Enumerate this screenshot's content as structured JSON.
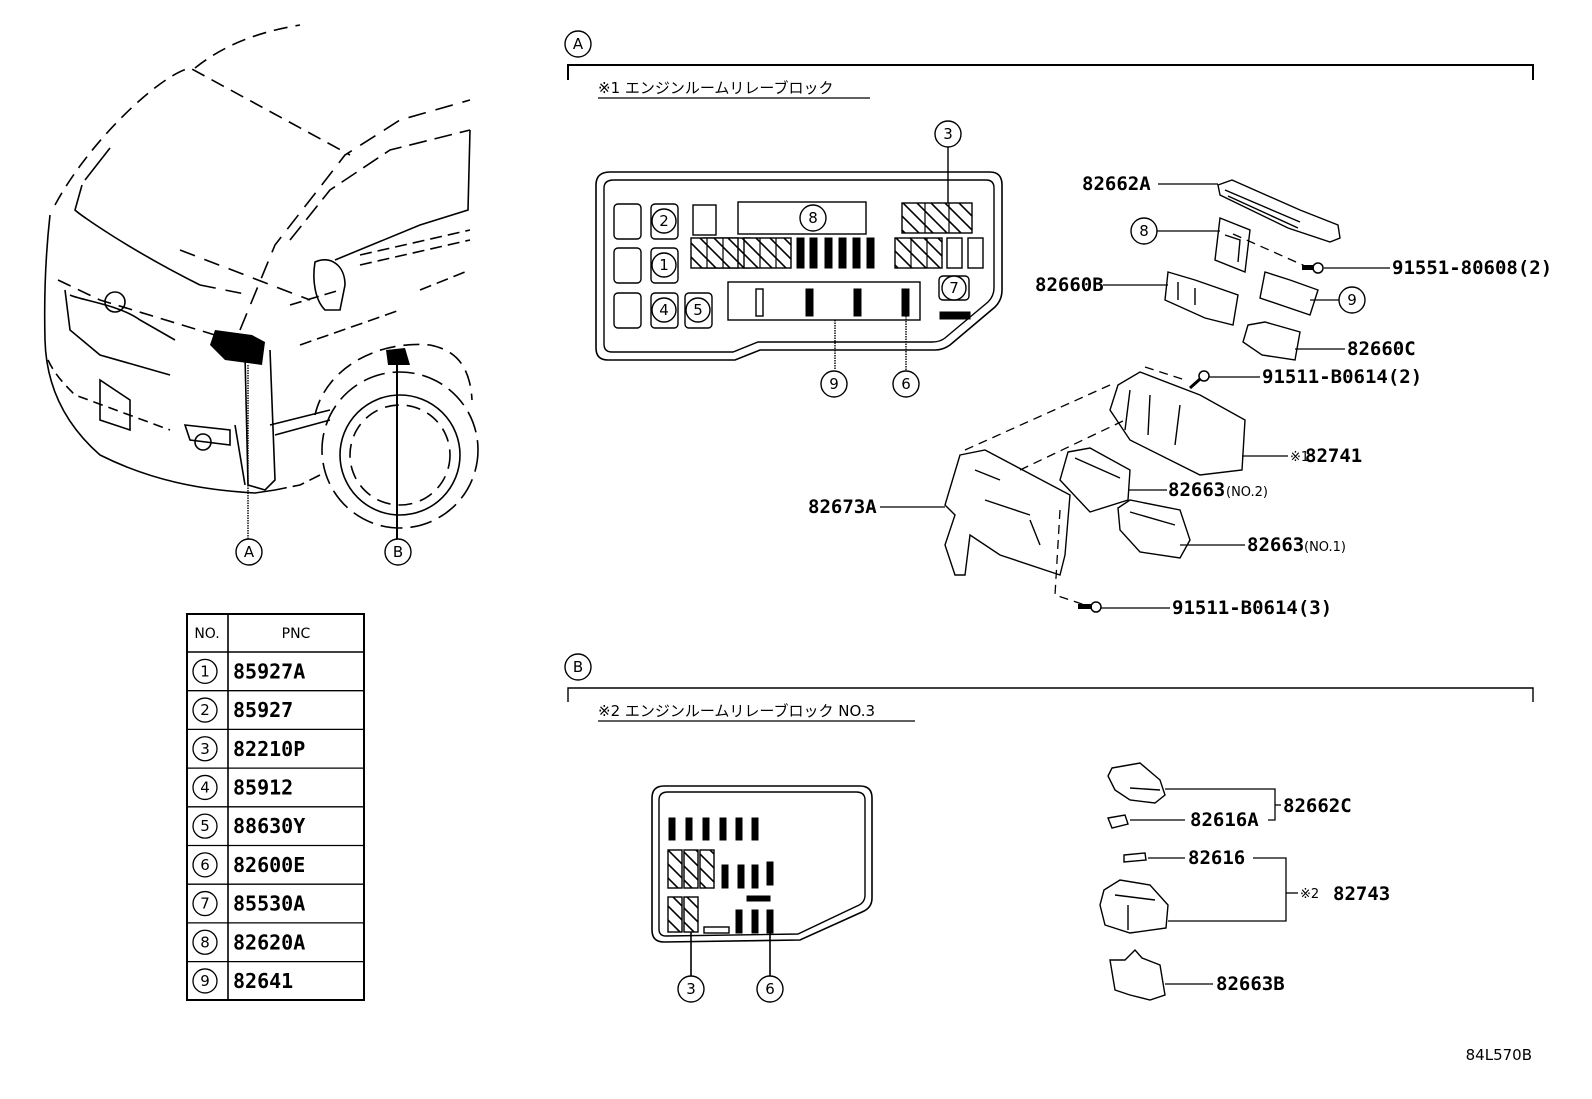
{
  "diagram": {
    "id": "84L570B",
    "vehicle_view": {
      "locators": [
        {
          "id": "A",
          "label": "A"
        },
        {
          "id": "B",
          "label": "B"
        }
      ]
    },
    "section_a": {
      "marker": "A",
      "title": "※1 エンジンルームリレーブロック",
      "block_callouts": [
        "3",
        "8",
        "2",
        "1",
        "4",
        "5",
        "7",
        "9",
        "6"
      ],
      "parts": [
        {
          "pnc": "82662A"
        },
        {
          "pnc": "8",
          "circled": true
        },
        {
          "pnc": "91551-80608(2)"
        },
        {
          "pnc": "82660B"
        },
        {
          "pnc": "9",
          "circled": true
        },
        {
          "pnc": "82660C"
        },
        {
          "pnc": "91511-B0614(2)"
        },
        {
          "pnc": "82741",
          "prefix": "※1"
        },
        {
          "pnc": "82663",
          "suffix": "(NO.2)"
        },
        {
          "pnc": "82673A"
        },
        {
          "pnc": "82663",
          "suffix": "(NO.1)"
        },
        {
          "pnc": "91511-B0614(3)"
        }
      ]
    },
    "section_b": {
      "marker": "B",
      "title": "※2 エンジンルームリレーブロック NO.3",
      "block_callouts": [
        "3",
        "6"
      ],
      "parts": [
        {
          "pnc": "82662C"
        },
        {
          "pnc": "82616A"
        },
        {
          "pnc": "82616"
        },
        {
          "pnc": "82743",
          "prefix": "※2"
        },
        {
          "pnc": "82663B"
        }
      ]
    },
    "legend_table": {
      "headers": [
        "NO.",
        "PNC"
      ],
      "rows": [
        {
          "no": "1",
          "pnc": "85927A"
        },
        {
          "no": "2",
          "pnc": "85927"
        },
        {
          "no": "3",
          "pnc": "82210P"
        },
        {
          "no": "4",
          "pnc": "85912"
        },
        {
          "no": "5",
          "pnc": "88630Y"
        },
        {
          "no": "6",
          "pnc": "82600E"
        },
        {
          "no": "7",
          "pnc": "85530A"
        },
        {
          "no": "8",
          "pnc": "82620A"
        },
        {
          "no": "9",
          "pnc": "82641"
        }
      ]
    }
  }
}
